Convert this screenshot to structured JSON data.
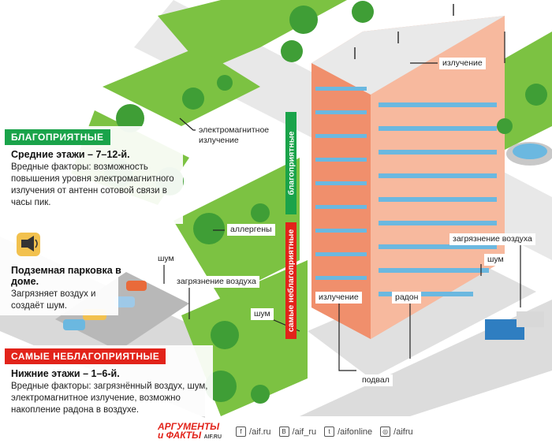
{
  "labels": {
    "radiation_top": "излучение",
    "em_radiation": "электромагнитное излучение",
    "allergens": "аллергены",
    "noise_left": "шум",
    "pollution_left": "загрязнение воздуха",
    "noise_low": "шум",
    "radiation_low": "излучение",
    "radon": "радон",
    "basement": "подвал",
    "pollution_right": "загрязнение воздуха",
    "noise_right": "шум"
  },
  "vertical_bars": {
    "favorable": "благоприятные",
    "unfavorable": "самые неблагоприятные"
  },
  "favorable_panel": {
    "header": "БЛАГОПРИЯТНЫЕ",
    "title": "Средние этажи – 7–12-й.",
    "body": "Вредные факторы: возможность повышения уровня электромагнитного излучения от антенн сотовой связи в часы пик."
  },
  "parking_panel": {
    "title": "Подземная парковка в доме.",
    "body": "Загрязняет воздух и создаёт шум."
  },
  "unfavorable_panel": {
    "header": "САМЫЕ НЕБЛАГОПРИЯТНЫЕ",
    "title": "Нижние этажи – 1–6-й.",
    "body": "Вредные факторы: загрязнённый воздух, шум, электромагнитное излучение, возможно накопление радона в воздухе."
  },
  "footer": {
    "logo_line1": "АРГУМЕНТЫ",
    "logo_line2": "и ФАКТЫ",
    "logo_domain": "AIF.RU",
    "links": [
      {
        "icon": "facebook-icon",
        "glyph": "f",
        "text": "/aif.ru"
      },
      {
        "icon": "vk-icon",
        "glyph": "B",
        "text": "/aif_ru"
      },
      {
        "icon": "twitter-icon",
        "glyph": "t",
        "text": "/aifonline"
      },
      {
        "icon": "instagram-icon",
        "glyph": "◎",
        "text": "/aifru"
      }
    ]
  },
  "colors": {
    "favorable": "#1aa34a",
    "unfavorable": "#e2231a",
    "building": "#f4a98a",
    "windows": "#6bb8e0",
    "grass": "#7cc242",
    "trees": "#3f9e36"
  }
}
